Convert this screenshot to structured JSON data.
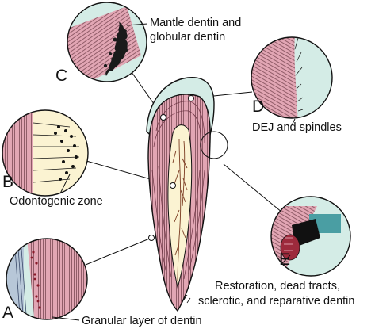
{
  "callouts": {
    "c": {
      "letter": "C",
      "line1": "Mantle dentin and",
      "line2": "globular dentin"
    },
    "d": {
      "letter": "D",
      "label": "DEJ and spindles"
    },
    "b": {
      "letter": "B",
      "label": "Odontogenic zone"
    },
    "e": {
      "letter": "E",
      "line1": "Restoration, dead tracts,",
      "line2": "sclerotic, and reparative dentin"
    },
    "a": {
      "letter": "A",
      "label": "Granular layer of dentin"
    }
  },
  "colors": {
    "dentin_pink": "#e2a6b4",
    "enamel_blue": "#d4ece6",
    "pulp_cream": "#fbf3d2",
    "dark_red_fill": "#9d2a3c",
    "teal_block": "#4a9ea3",
    "line_black": "#111111"
  },
  "icons": [
    "tooth-cross-section",
    "magnified-circle"
  ]
}
